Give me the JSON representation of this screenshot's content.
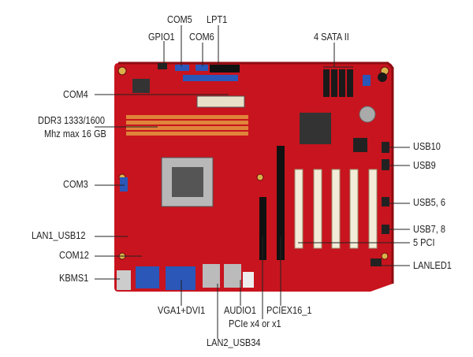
{
  "title": "Motherboard layout",
  "colors": {
    "board": "#c8141e",
    "board_dark": "#8e0c12",
    "line": "#222222",
    "dimm": "#e0843a",
    "pci": "#f2ecd8"
  },
  "labels": {
    "gpio1": "GPIO1",
    "com5": "COM5",
    "lpt1": "LPT1",
    "com6": "COM6",
    "sata": "4 SATA II",
    "com4": "COM4",
    "ddr3_line1": "DDR3 1333/1600",
    "ddr3_line2": "Mhz max 16 GB",
    "com3": "COM3",
    "lan1_usb12": "LAN1_USB12",
    "com12": "COM12",
    "kbms1": "KBMS1",
    "vga1_dvi1": "VGA1+DVI1",
    "audio1": "AUDIO1",
    "pciex16_1": "PCIEX16_1",
    "pcie_x4": "PCIe x4 or x1",
    "lan2_usb34": "LAN2_USB34",
    "usb10": "USB10",
    "usb9": "USB9",
    "usb56": "USB5, 6",
    "usb78": "USB7, 8",
    "pci5": "5 PCI",
    "lanled1": "LANLED1"
  }
}
